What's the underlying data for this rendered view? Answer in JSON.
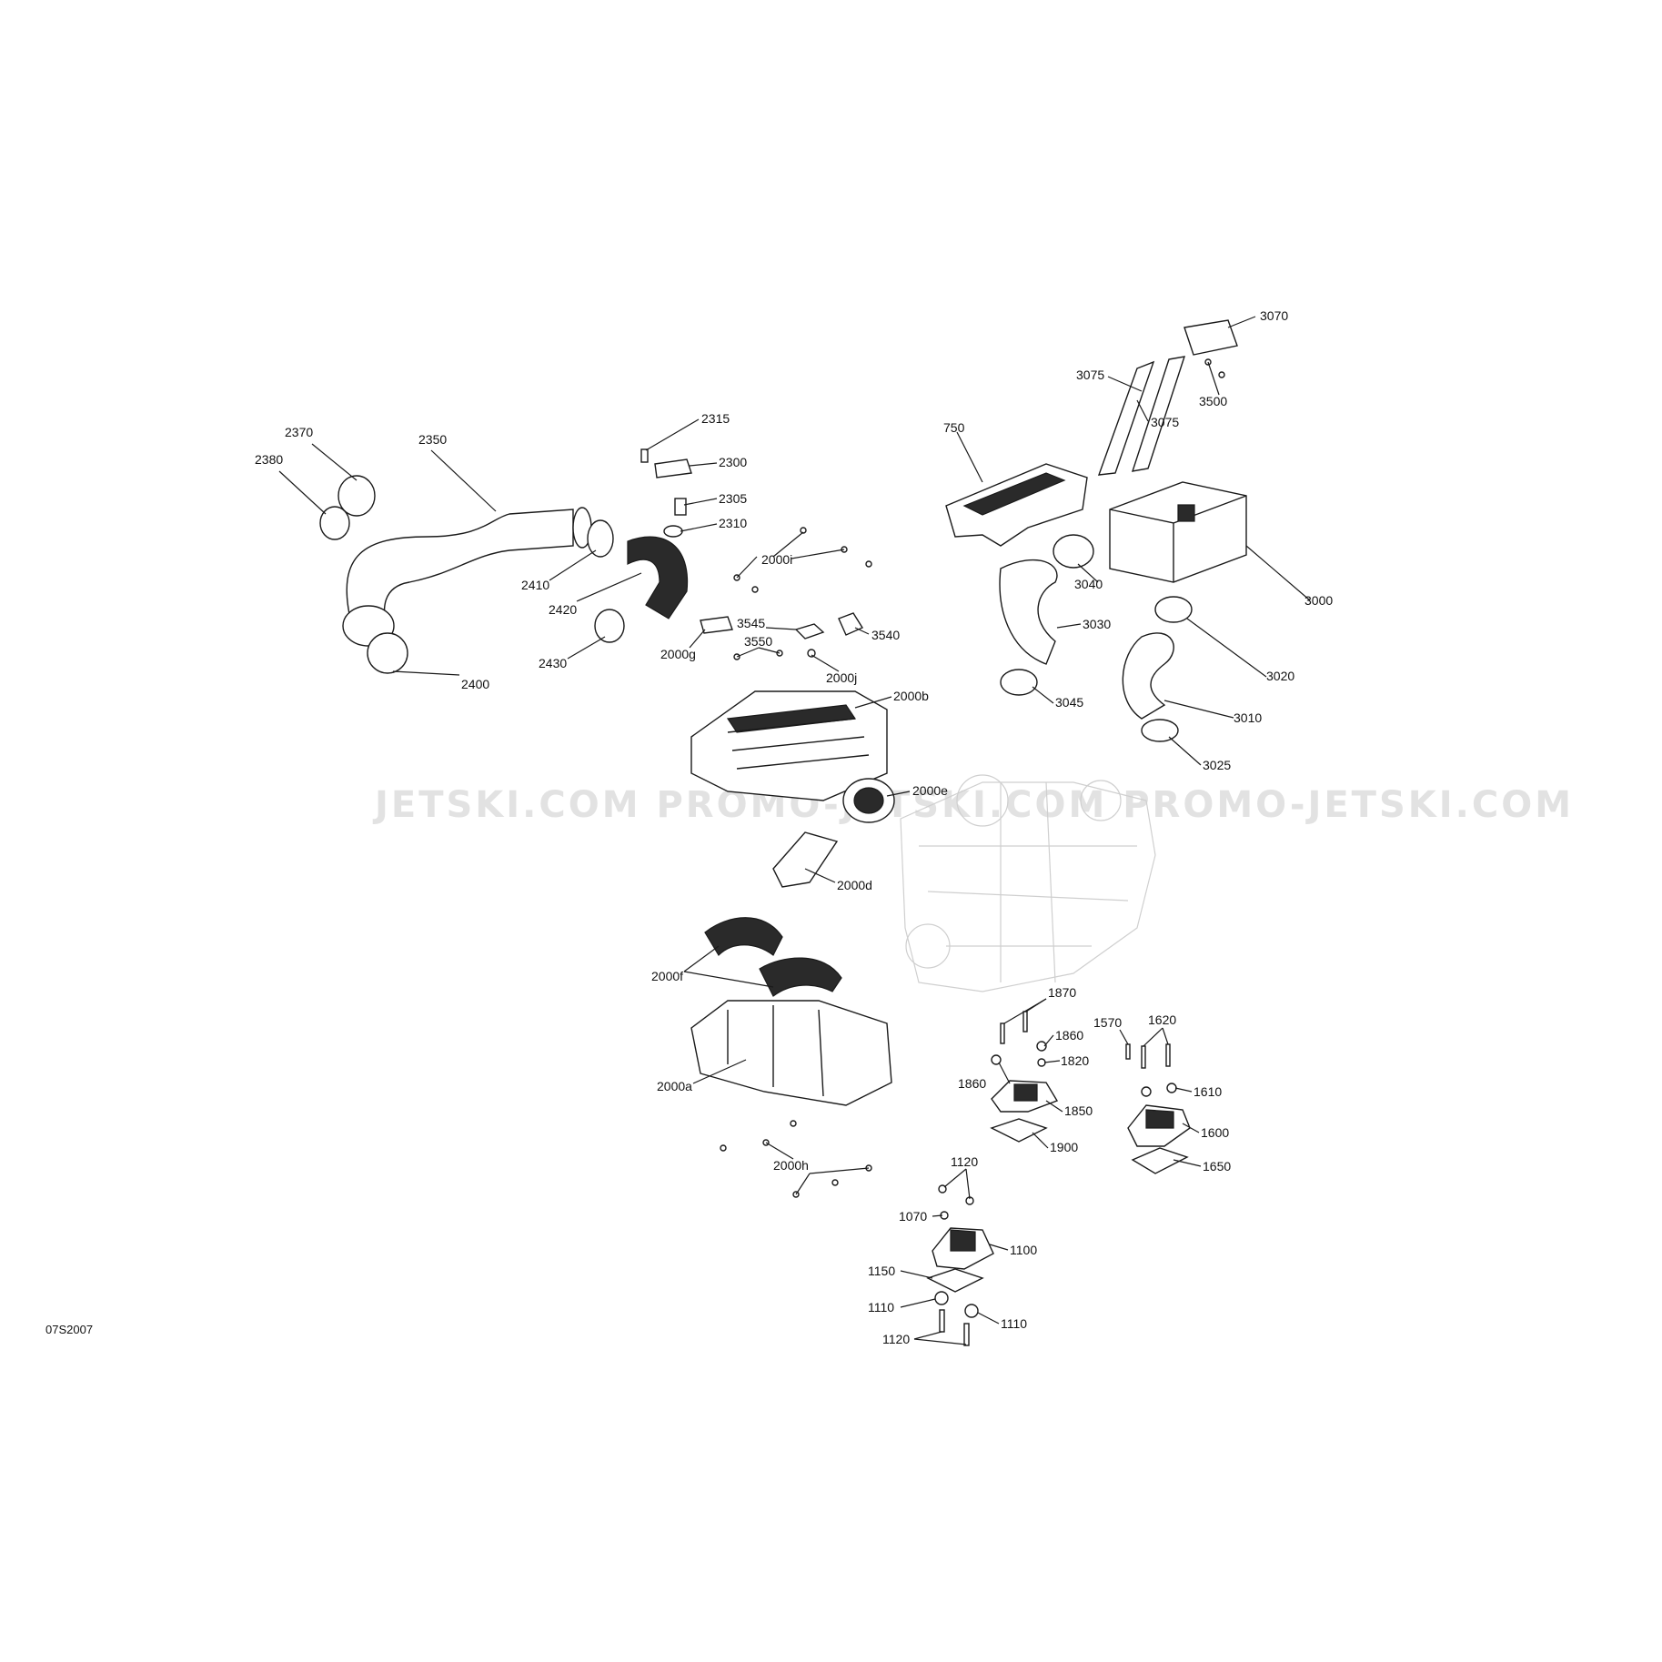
{
  "diagram_ref": "07S2007",
  "watermark": "JETSKI.COM  PROMO-JETSKI.COM  PROMO-JETSKI.COM",
  "callouts": {
    "c2370": "2370",
    "c2350": "2350",
    "c2380": "2380",
    "c2315": "2315",
    "c2300": "2300",
    "c2305": "2305",
    "c2310": "2310",
    "c2410": "2410",
    "c2420": "2420",
    "c2430": "2430",
    "c2400": "2400",
    "c2000i": "2000i",
    "c3545": "3545",
    "c3540": "3540",
    "c2000g": "2000g",
    "c3550": "3550",
    "c2000j": "2000j",
    "c2000b": "2000b",
    "c2000e": "2000e",
    "c2000d": "2000d",
    "c2000f": "2000f",
    "c2000a": "2000a",
    "c2000h": "2000h",
    "c750": "750",
    "c3075a": "3075",
    "c3075b": "3075",
    "c3070": "3070",
    "c3500": "3500",
    "c3000": "3000",
    "c3040": "3040",
    "c3030": "3030",
    "c3020": "3020",
    "c3045": "3045",
    "c3010": "3010",
    "c3025": "3025",
    "c1870": "1870",
    "c1860a": "1860",
    "c1860b": "1860",
    "c1820": "1820",
    "c1850": "1850",
    "c1900": "1900",
    "c1570": "1570",
    "c1620": "1620",
    "c1610": "1610",
    "c1600": "1600",
    "c1650": "1650",
    "c1120a": "1120",
    "c1070": "1070",
    "c1100": "1100",
    "c1150": "1150",
    "c1110a": "1110",
    "c1110b": "1110",
    "c1120b": "1120"
  }
}
